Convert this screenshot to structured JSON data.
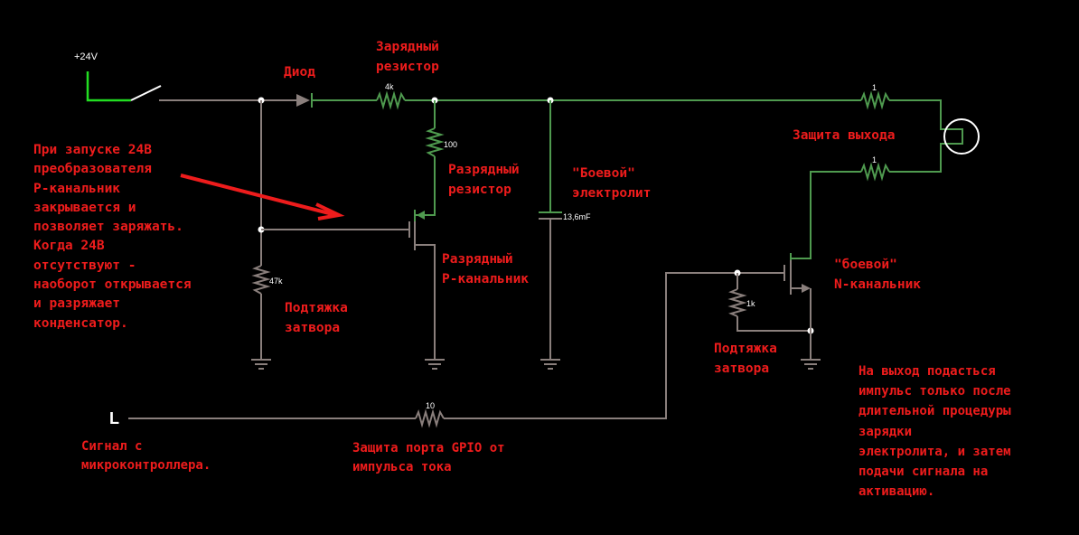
{
  "supply": {
    "label": "+24V"
  },
  "signal_input": {
    "label": "L"
  },
  "components": {
    "r_charge": "4k",
    "r_discharge": "100",
    "r_gate_pullup_p": "47k",
    "capacitor": "13,6mF",
    "r_out_top": "1",
    "r_out_bottom": "1",
    "r_gate_pullup_n": "1k",
    "r_gpio": "10"
  },
  "labels": {
    "diode": "Диод",
    "charge_resistor": "Зарядный\nрезистор",
    "discharge_resistor": "Разрядный\nрезистор",
    "electrolyte": "\"Боевой\"\nэлектролит",
    "output_protection": "Защита выхода",
    "p_channel": "Разрядный\nP-канальник",
    "gate_pullup_p": "Подтяжка\nзатвора",
    "n_channel": "\"боевой\"\nN-канальник",
    "gate_pullup_n": "Подтяжка\nзатвора",
    "mcu_signal": "Сигнал с\nмикроконтроллера.",
    "gpio_protection": "Защита порта GPIO от\nимпульса тока"
  },
  "annotations": {
    "startup_note": "При запуске 24В\nпреобразователя\nP-канальник\nзакрывается и\nпозволяет заряжать.\nКогда 24В\nотсутствуют -\nнаоборот открывается\nи разряжает\nконденсатор.",
    "output_note": "На выход подасться\nимпульс только после\nдлительной процедуры\nзарядки\nэлектролита, и затем\nподачи сигнала на\nактивацию."
  },
  "colors": {
    "annotation": "#ee1c1c",
    "wire_inactive": "#8a7f7c",
    "wire_active": "#4f9a4f",
    "supply_wire": "#22dd22"
  }
}
